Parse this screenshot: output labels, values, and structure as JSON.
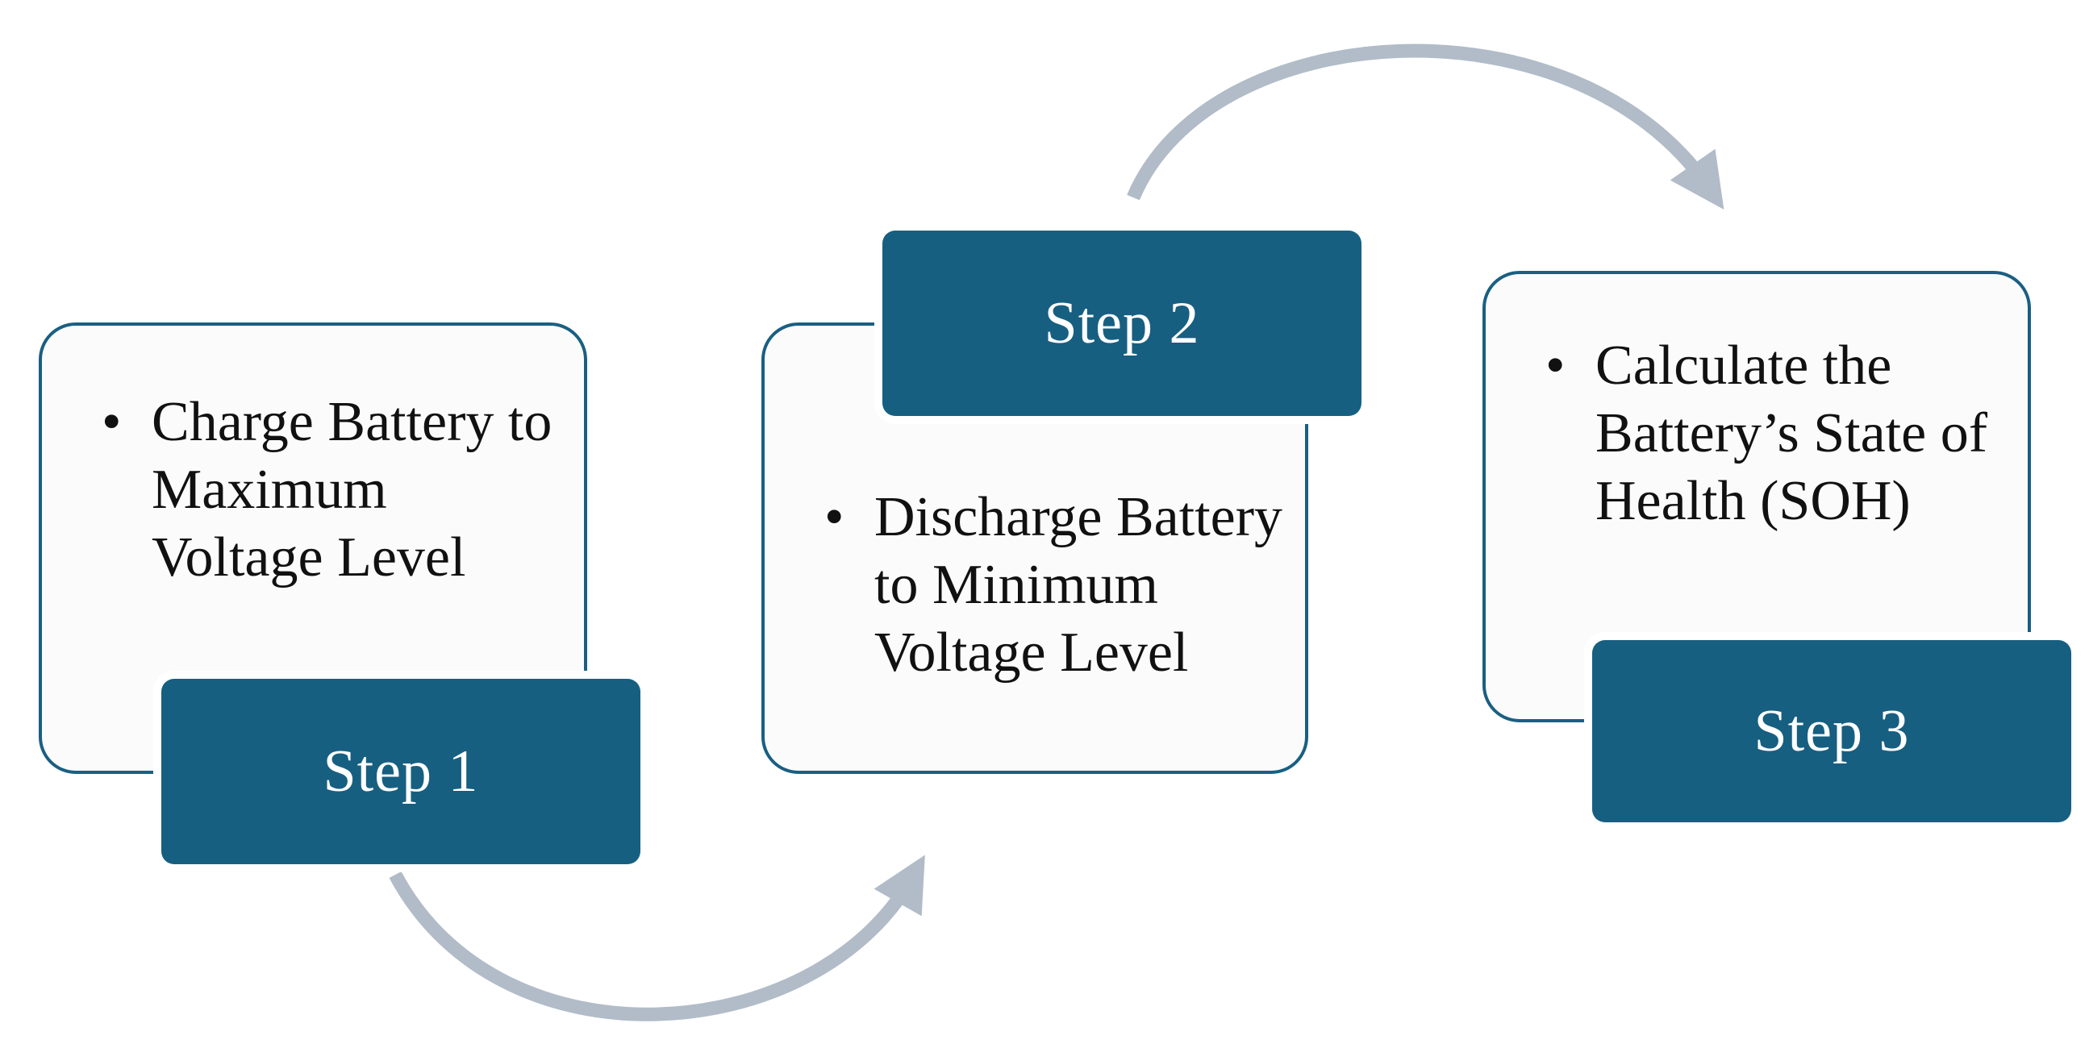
{
  "colors": {
    "step_fill": "#175f81",
    "card_border": "#1a5f82",
    "card_fill": "#fbfbfb",
    "arrow": "#b1bcc8",
    "text": "#111111"
  },
  "steps": [
    {
      "label": "Step 1",
      "items": [
        "Charge Battery to Maximum Voltage Level"
      ]
    },
    {
      "label": "Step 2",
      "items": [
        "Discharge Battery to Minimum Voltage Level"
      ]
    },
    {
      "label": "Step 3",
      "items": [
        "Calculate the Battery’s State of Health (SOH)"
      ]
    }
  ]
}
